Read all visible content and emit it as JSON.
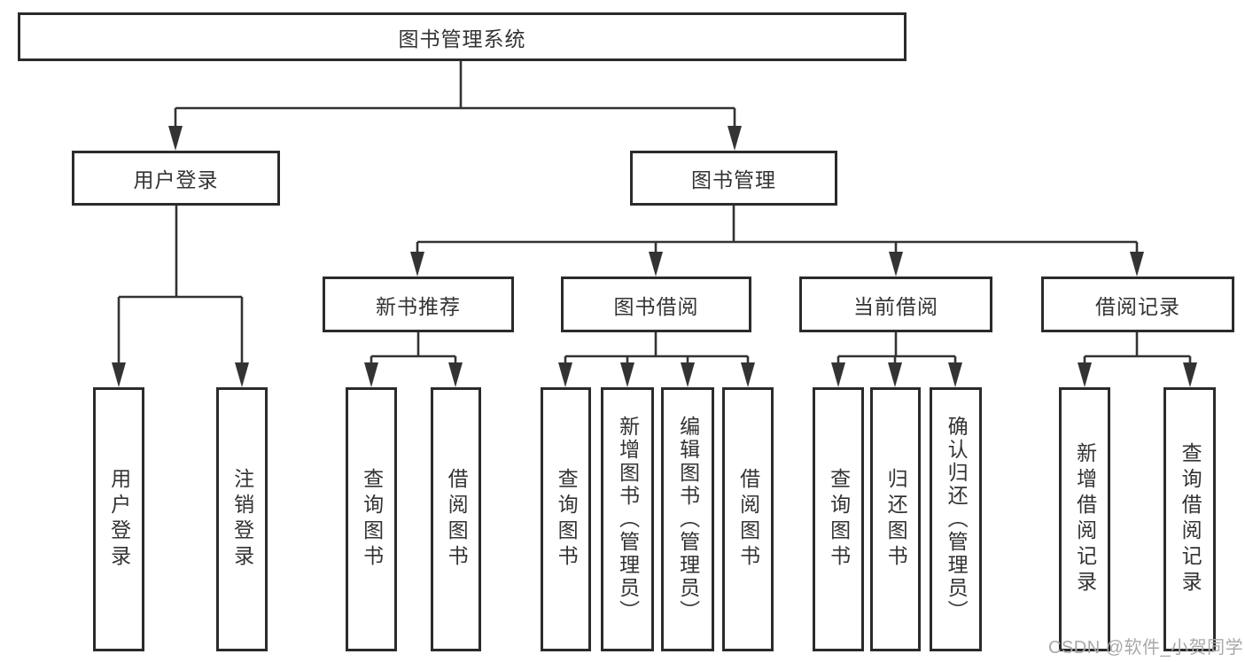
{
  "diagram": {
    "root": {
      "label": "图书管理系统"
    },
    "branches": [
      {
        "label": "用户登录",
        "children": [
          {
            "label": "用户登录"
          },
          {
            "label": "注销登录"
          }
        ]
      },
      {
        "label": "图书管理",
        "children": [
          {
            "label": "新书推荐",
            "children": [
              {
                "label": "查询图书"
              },
              {
                "label": "借阅图书"
              }
            ]
          },
          {
            "label": "图书借阅",
            "children": [
              {
                "label": "查询图书"
              },
              {
                "label": "新增图书（管理员）"
              },
              {
                "label": "编辑图书（管理员）"
              },
              {
                "label": "借阅图书"
              }
            ]
          },
          {
            "label": "当前借阅",
            "children": [
              {
                "label": "查询图书"
              },
              {
                "label": "归还图书"
              },
              {
                "label": "确认归还（管理员）"
              }
            ]
          },
          {
            "label": "借阅记录",
            "children": [
              {
                "label": "新增借阅记录"
              },
              {
                "label": "查询借阅记录"
              }
            ]
          }
        ]
      }
    ]
  },
  "watermark": {
    "text": "CSDN @软件_小贺同学"
  },
  "colors": {
    "line": "#333333",
    "box_border": "#2b2b2b",
    "box_fill": "#ffffff",
    "text": "#333333",
    "watermark": "#a9a9a9",
    "background": "#ffffff"
  }
}
